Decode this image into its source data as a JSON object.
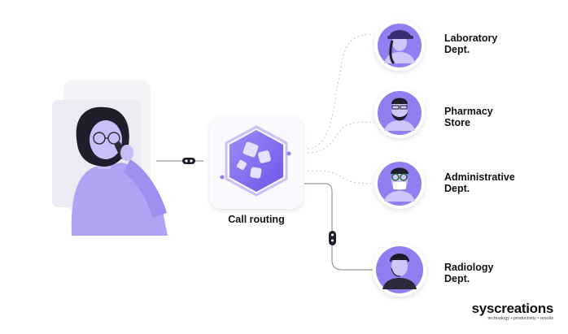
{
  "hub": {
    "label": "Call routing"
  },
  "departments": [
    {
      "line1": "Laboratory",
      "line2": "Dept."
    },
    {
      "line1": "Pharmacy",
      "line2": "Store"
    },
    {
      "line1": "Administrative",
      "line2": "Dept."
    },
    {
      "line1": "Radiology",
      "line2": "Dept."
    }
  ],
  "brand": {
    "name": "syscreations",
    "tagline": "technology • productivity • results"
  },
  "colors": {
    "accent": "#8f7ff0",
    "accent_dark": "#6c55e6",
    "accent_light": "#cfc7fb",
    "panel": "#f3f2f8",
    "line": "#b9b9b9"
  }
}
